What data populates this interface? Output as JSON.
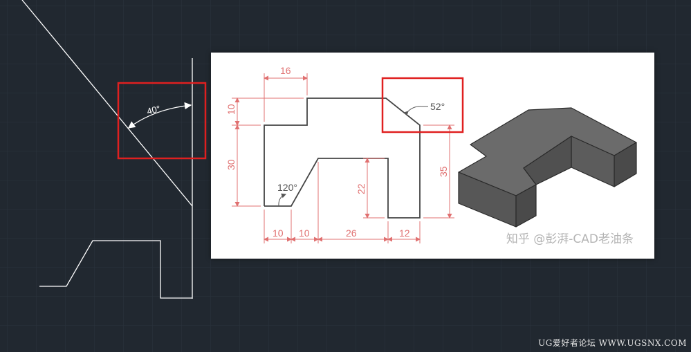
{
  "cad_view": {
    "angle_label": "40°",
    "highlight_color": "#e02020",
    "line_color": "#ffffff",
    "grid_color": "#2c3440"
  },
  "reference_image": {
    "dimensions": {
      "top_width": "16",
      "left_upper": "10",
      "left_lower": "30",
      "right_height": "35",
      "slot_depth": "22",
      "bottom_1": "10",
      "bottom_2": "10",
      "bottom_3": "26",
      "bottom_4": "12"
    },
    "angle_corner": "120°",
    "angle_chamfer": "52°",
    "watermark": "知乎 @彭湃-CAD老油条",
    "dimension_color": "#e07070"
  },
  "footer": {
    "text": "UG爱好者论坛 WWW.UGSNX.COM"
  }
}
